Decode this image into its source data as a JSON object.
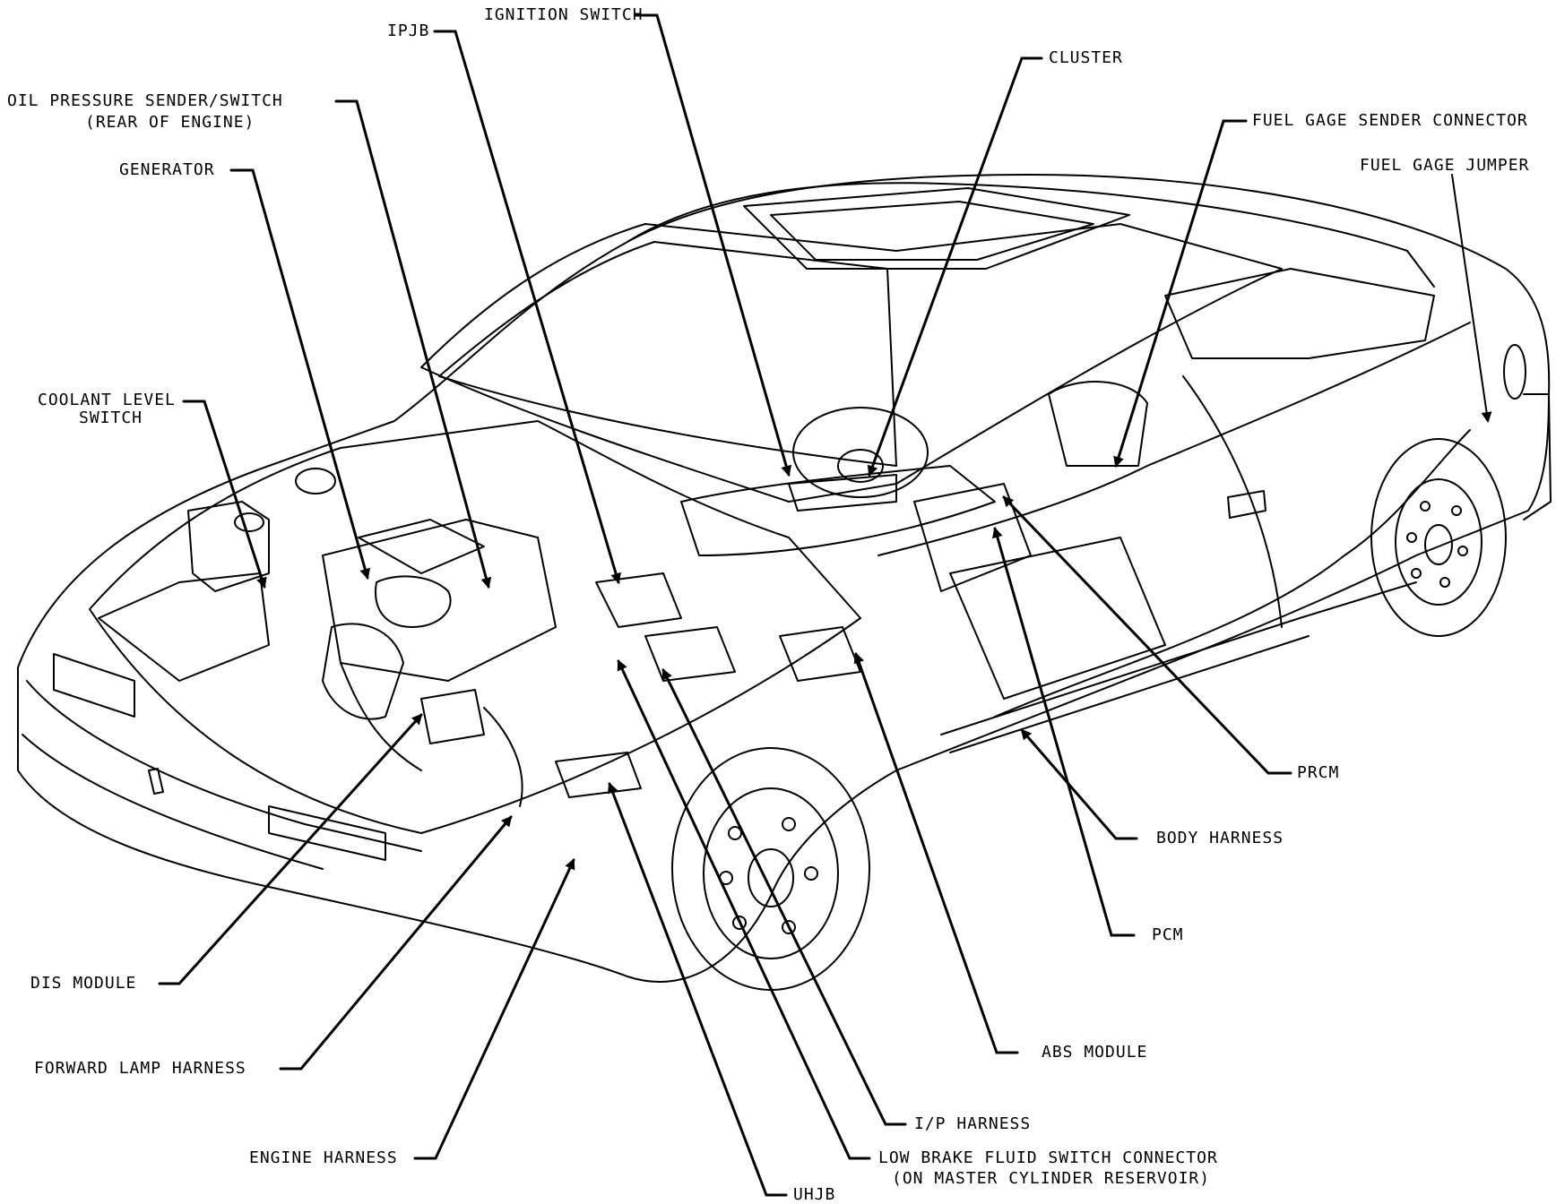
{
  "colors": {
    "ink": "#000000",
    "paper": "#ffffff"
  },
  "labels": {
    "ignition_switch": "IGNITION SWITCH",
    "ipjb": "IPJB",
    "cluster": "CLUSTER",
    "oil_pressure_1": "OIL PRESSURE SENDER/SWITCH",
    "oil_pressure_2": "(REAR OF ENGINE)",
    "fuel_gage_sender": "FUEL GAGE SENDER CONNECTOR",
    "fuel_gage_jumper": "FUEL GAGE JUMPER",
    "generator": "GENERATOR",
    "coolant_1": "COOLANT LEVEL",
    "coolant_2": "SWITCH",
    "prcm": "PRCM",
    "body_harness": "BODY HARNESS",
    "pcm": "PCM",
    "dis_module": "DIS MODULE",
    "abs_module": "ABS MODULE",
    "forward_lamp": "FORWARD LAMP HARNESS",
    "ip_harness": "I/P HARNESS",
    "engine_harness": "ENGINE HARNESS",
    "low_brake_1": "LOW BRAKE FLUID SWITCH CONNECTOR",
    "low_brake_2": "(ON MASTER CYLINDER RESERVOIR)",
    "uhjb": "UHJB"
  }
}
